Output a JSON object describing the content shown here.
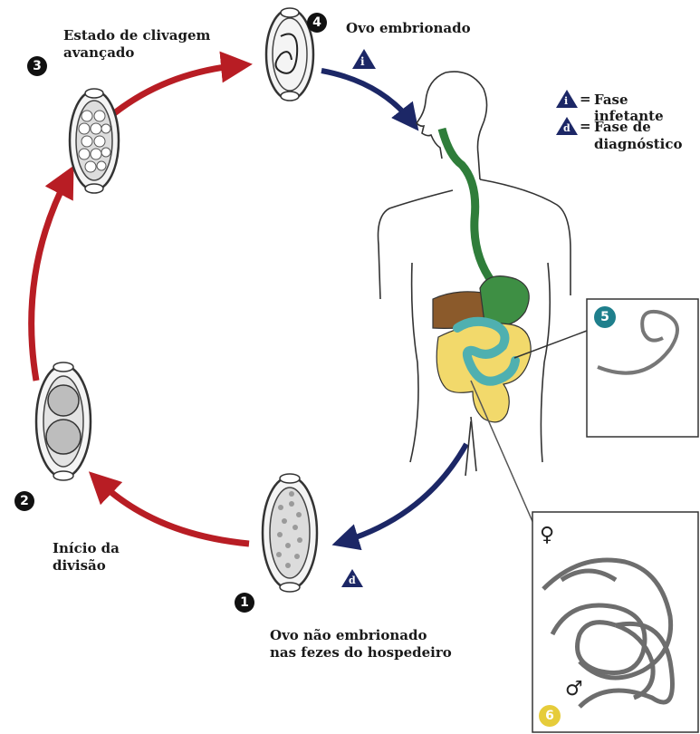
{
  "labels": {
    "stage4": "Ovo embrionado",
    "stage3_line1": "Estado de clivagem",
    "stage3_line2": "avançado",
    "stage2_line1": "Início da",
    "stage2_line2": "divisão",
    "stage1_line1": "Ovo não embrionado",
    "stage1_line2": "nas fezes do hospedeiro",
    "legend_infective": "Fase infetante",
    "legend_diag_line1": "Fase de",
    "legend_diag_line2": "diagnóstico",
    "legend_eq": "="
  },
  "markers": {
    "n1": "1",
    "n2": "2",
    "n3": "3",
    "n4": "4",
    "n5": "5",
    "n6": "6",
    "infective_letter": "i",
    "diagnostic_letter": "d"
  },
  "symbols": {
    "female": "♀",
    "male": "♂"
  },
  "colors": {
    "red_arrow": "#b81d24",
    "blue_arrow": "#1c2766",
    "esophagus": "#2f7d3a",
    "liver": "#8b5a2b",
    "small_intestine": "#4fb0b0",
    "large_intestine": "#f2d96b",
    "stomach": "#3e8f44"
  },
  "icons": [
    "egg-icon",
    "human-body-icon",
    "worm-icon",
    "triangle-marker-icon"
  ]
}
